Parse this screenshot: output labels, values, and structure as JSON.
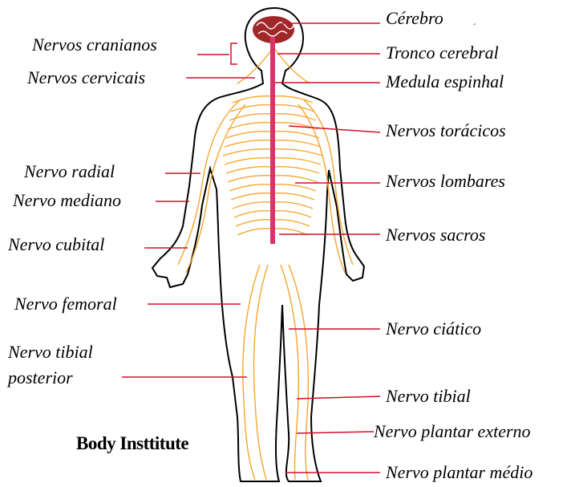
{
  "labels": {
    "cerebro": "Cérebro",
    "tronco_cerebral": "Tronco cerebral",
    "medula_espinhal": "Medula espinhal",
    "nervos_toracicos": "Nervos torácicos",
    "nervos_lombares": "Nervos lombares",
    "nervos_sacros": "Nervos sacros",
    "nervo_ciatico": "Nervo ciático",
    "nervo_tibial": "Nervo tibial",
    "nervo_plantar_externo": "Nervo plantar externo",
    "nervo_plantar_medio": "Nervo plantar médio",
    "nervos_cranianos": "Nervos cranianos",
    "nervos_cervicais": "Nervos cervicais",
    "nervo_radial": "Nervo radial",
    "nervo_mediano": "Nervo mediano",
    "nervo_cubital": "Nervo cubital",
    "nervo_femoral": "Nervo femoral",
    "nervo_tibial_posterior_1": "Nervo tibial",
    "nervo_tibial_posterior_2": "posterior"
  },
  "brand": "Body Insttitute",
  "colors": {
    "nerve": "#f7a530",
    "spine": "#e0306a",
    "brain": "#a02828",
    "leader": "#d0102a",
    "outline": "#000000"
  }
}
